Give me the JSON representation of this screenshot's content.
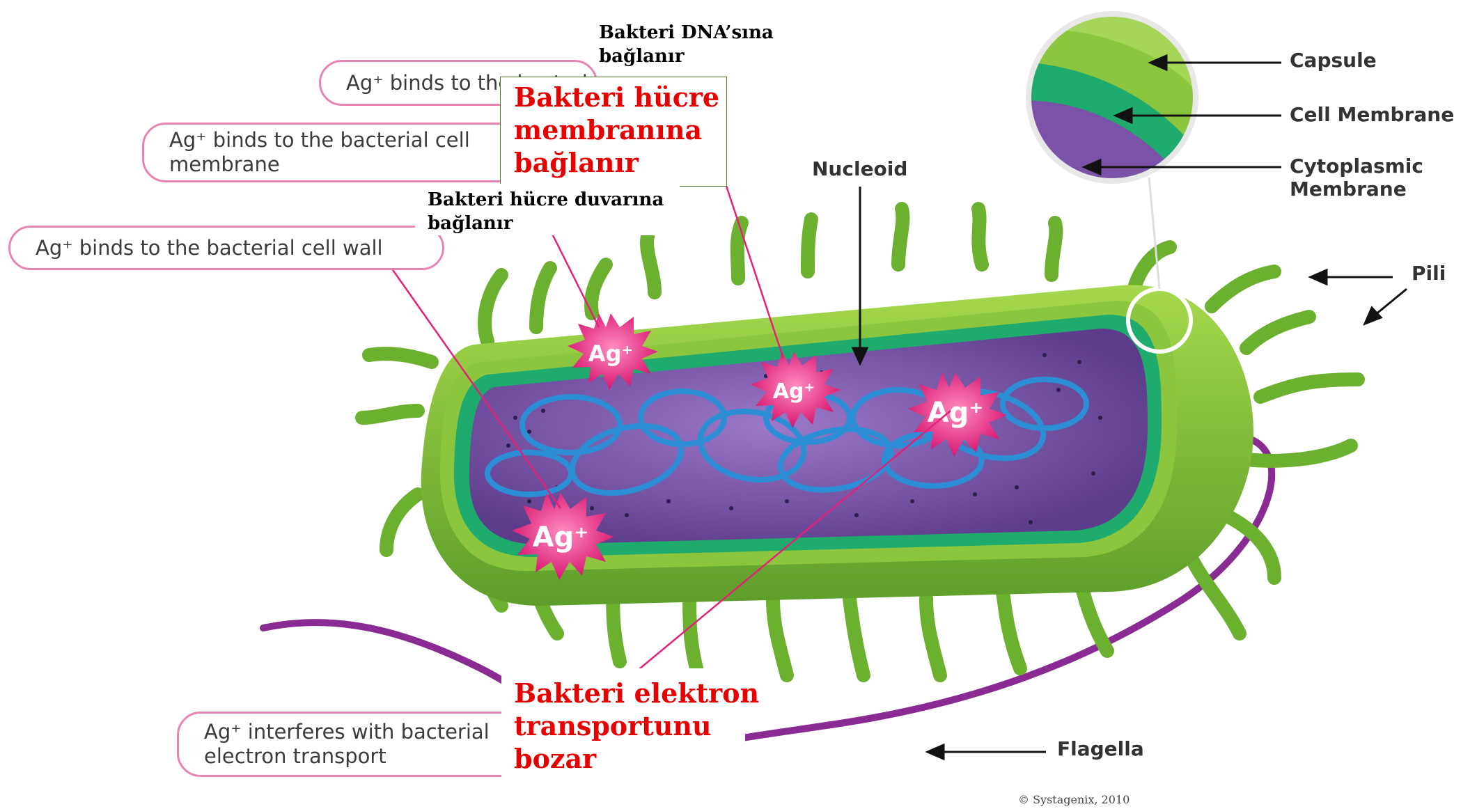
{
  "callouts": {
    "dna": "Ag⁺ binds to the bacterial DNA",
    "membrane_line1": "Ag⁺ binds to the bacterial cell",
    "membrane_line2": "membrane",
    "wall": "Ag⁺ binds to the bacterial cell wall",
    "electron_line1": "Ag⁺ interferes with bacterial",
    "electron_line2": "electron transport"
  },
  "turkish": {
    "dna_line1": "Bakteri DNA’sına",
    "dna_line2": "bağlanır",
    "membrane_line1": "Bakteri  hücre",
    "membrane_line2": "membranına",
    "membrane_line3": "bağlanır",
    "wall_line1": "Bakteri  hücre duvarına",
    "wall_line2": "bağlanır",
    "electron_line1": "Bakteri elektron",
    "electron_line2": "transportunu",
    "electron_line3": "bozar"
  },
  "labels": {
    "capsule": "Capsule",
    "cell_membrane": "Cell Membrane",
    "cytoplasmic_line1": "Cytoplasmic",
    "cytoplasmic_line2": "Membrane",
    "nucleoid": "Nucleoid",
    "pili": "Pili",
    "flagella": "Flagella"
  },
  "ion_label": "Ag⁺",
  "copyright": "© Systagenix, 2010",
  "colors": {
    "capsule": "#8cc63f",
    "cell_membrane": "#1faa6e",
    "cytoplasm": "#7a53a8",
    "dna": "#2c8fd6",
    "flagella": "#8a2b93",
    "ion": "#e3217a",
    "callout_border": "#e884b4",
    "turkish_red": "#e60000"
  }
}
